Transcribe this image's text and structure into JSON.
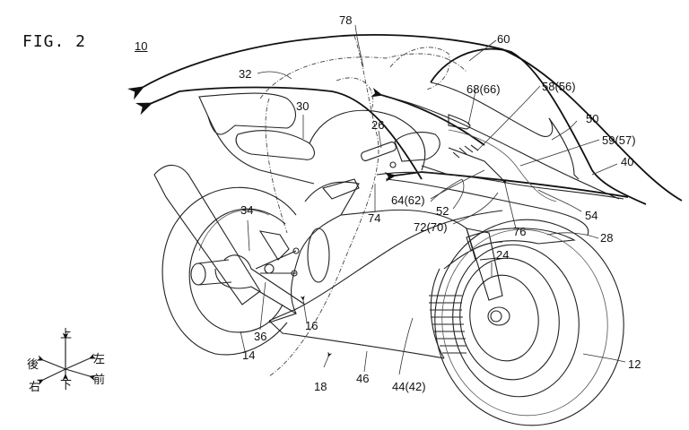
{
  "figure": {
    "title": "FIG. 2",
    "reference_number": "10"
  },
  "labels": [
    {
      "id": "l78",
      "text": "78"
    },
    {
      "id": "l60",
      "text": "60"
    },
    {
      "id": "l32",
      "text": "32"
    },
    {
      "id": "l68",
      "text": "68(66)"
    },
    {
      "id": "l58",
      "text": "58(56)"
    },
    {
      "id": "l30",
      "text": "30"
    },
    {
      "id": "l26",
      "text": "26"
    },
    {
      "id": "l50",
      "text": "50"
    },
    {
      "id": "l59",
      "text": "59(57)"
    },
    {
      "id": "l40",
      "text": "40"
    },
    {
      "id": "l64",
      "text": "64(62)"
    },
    {
      "id": "l52",
      "text": "52"
    },
    {
      "id": "l74",
      "text": "74"
    },
    {
      "id": "l54",
      "text": "54"
    },
    {
      "id": "l72",
      "text": "72(70)"
    },
    {
      "id": "l76",
      "text": "76"
    },
    {
      "id": "l28",
      "text": "28"
    },
    {
      "id": "l34",
      "text": "34"
    },
    {
      "id": "l24",
      "text": "24"
    },
    {
      "id": "l16",
      "text": "16"
    },
    {
      "id": "l36",
      "text": "36"
    },
    {
      "id": "l14",
      "text": "14"
    },
    {
      "id": "l18",
      "text": "18"
    },
    {
      "id": "l46",
      "text": "46"
    },
    {
      "id": "l44",
      "text": "44(42)"
    },
    {
      "id": "l12",
      "text": "12"
    }
  ],
  "direction_legend": {
    "up": "上",
    "down": "下",
    "rear": "後",
    "front": "前",
    "left": "左",
    "right": "右"
  }
}
